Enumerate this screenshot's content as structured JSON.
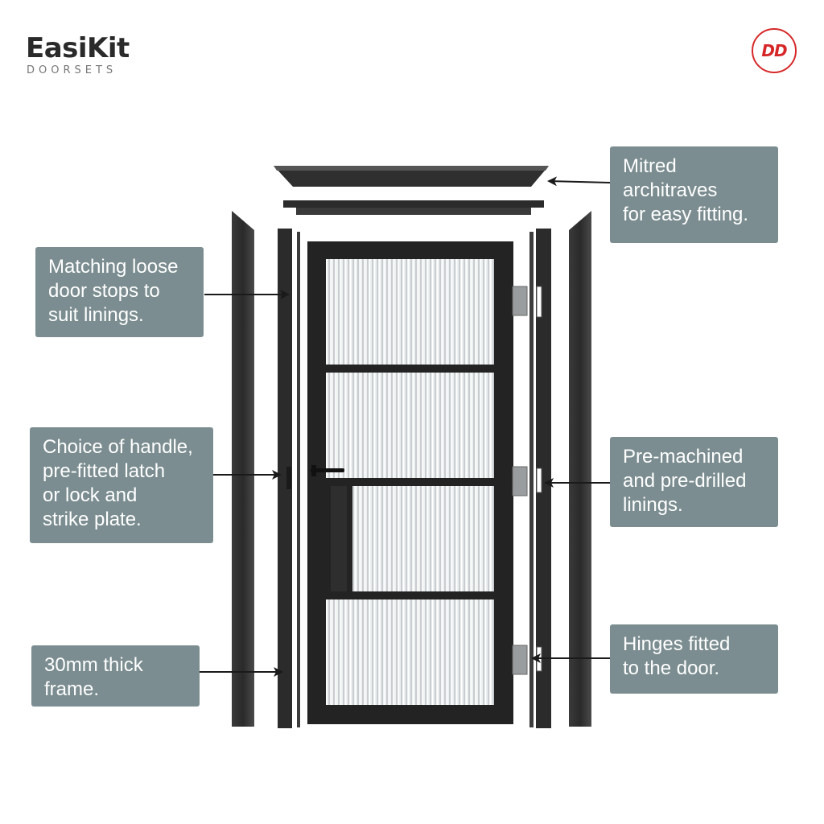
{
  "brand": {
    "name": "EasiKit",
    "tagline": "DOORSETS",
    "badge": "DD",
    "badge_color": "#d62828"
  },
  "colors": {
    "callout_bg": "#7b8d90",
    "frame": "#2b2b2b",
    "glass": "#e9ecee"
  },
  "callouts": {
    "architraves": "Mitred\narchitraves\nfor easy fitting.",
    "door_stops": "Matching loose\ndoor stops to\nsuit linings.",
    "handle": "Choice of handle,\npre-fitted latch\nor lock and\nstrike plate.",
    "frame": "30mm thick\nframe.",
    "linings": "Pre-machined\nand pre-drilled\nlinings.",
    "hinges": "Hinges fitted\nto the door."
  }
}
